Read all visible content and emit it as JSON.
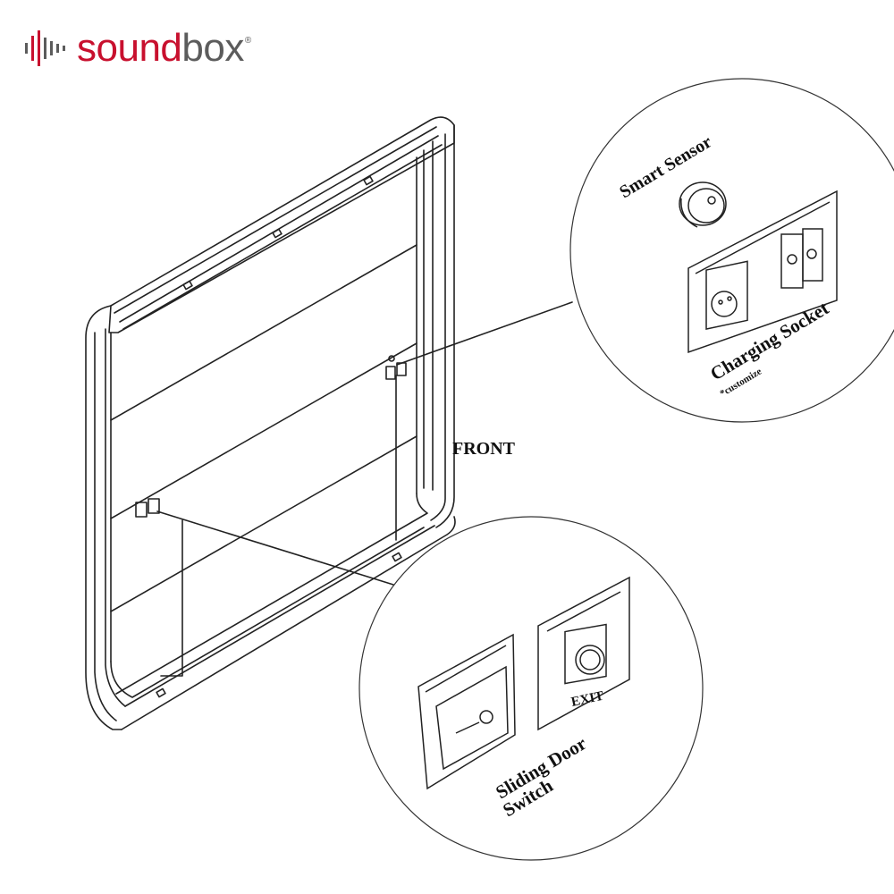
{
  "brand": {
    "name_part1": "sound",
    "name_part2": "box",
    "registered": "®",
    "accent_color": "#c8102e",
    "secondary_color": "#5c5c5c"
  },
  "diagram": {
    "front_label": "FRONT",
    "callout_top": {
      "smart_sensor": "Smart Sensor",
      "charging_socket": "Charging Socket",
      "customize_note": "*customize"
    },
    "callout_bottom": {
      "switch_line1": "Sliding Door",
      "switch_line2": "Switch",
      "exit_text": "EXIT"
    },
    "icons": [
      "soundbox-logo-bars-icon",
      "smart-sensor-icon",
      "charging-socket-icon",
      "sliding-door-switch-icon",
      "exit-button-icon"
    ]
  }
}
